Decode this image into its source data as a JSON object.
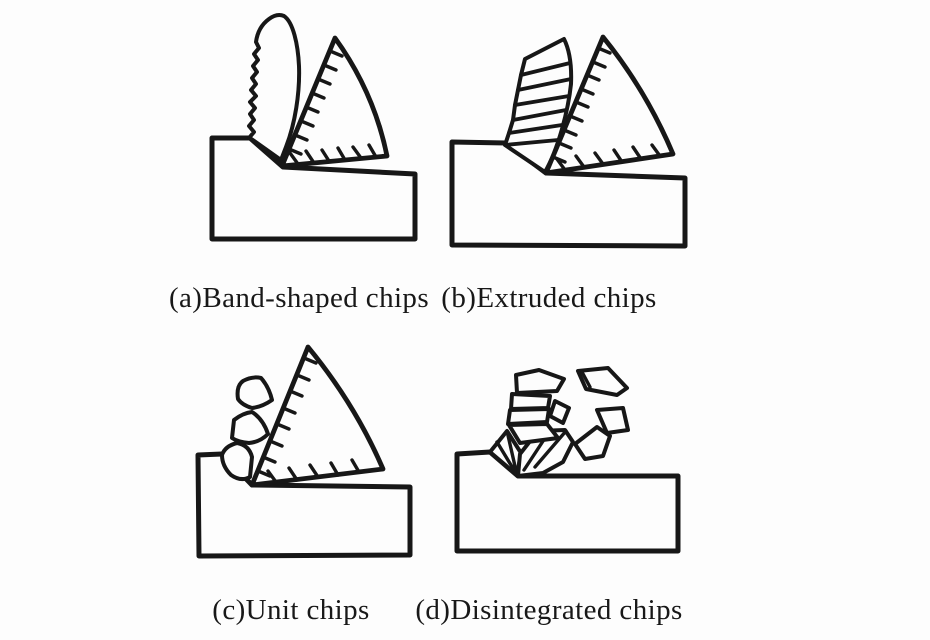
{
  "panels": [
    {
      "id": "a",
      "caption": "(a)Band-shaped chips"
    },
    {
      "id": "b",
      "caption": "(b)Extruded chips"
    },
    {
      "id": "c",
      "caption": "(c)Unit chips"
    },
    {
      "id": "d",
      "caption": "(d)Disintegrated chips"
    }
  ],
  "colors": {
    "ink": "#171717",
    "background": "#fdfdfd"
  }
}
